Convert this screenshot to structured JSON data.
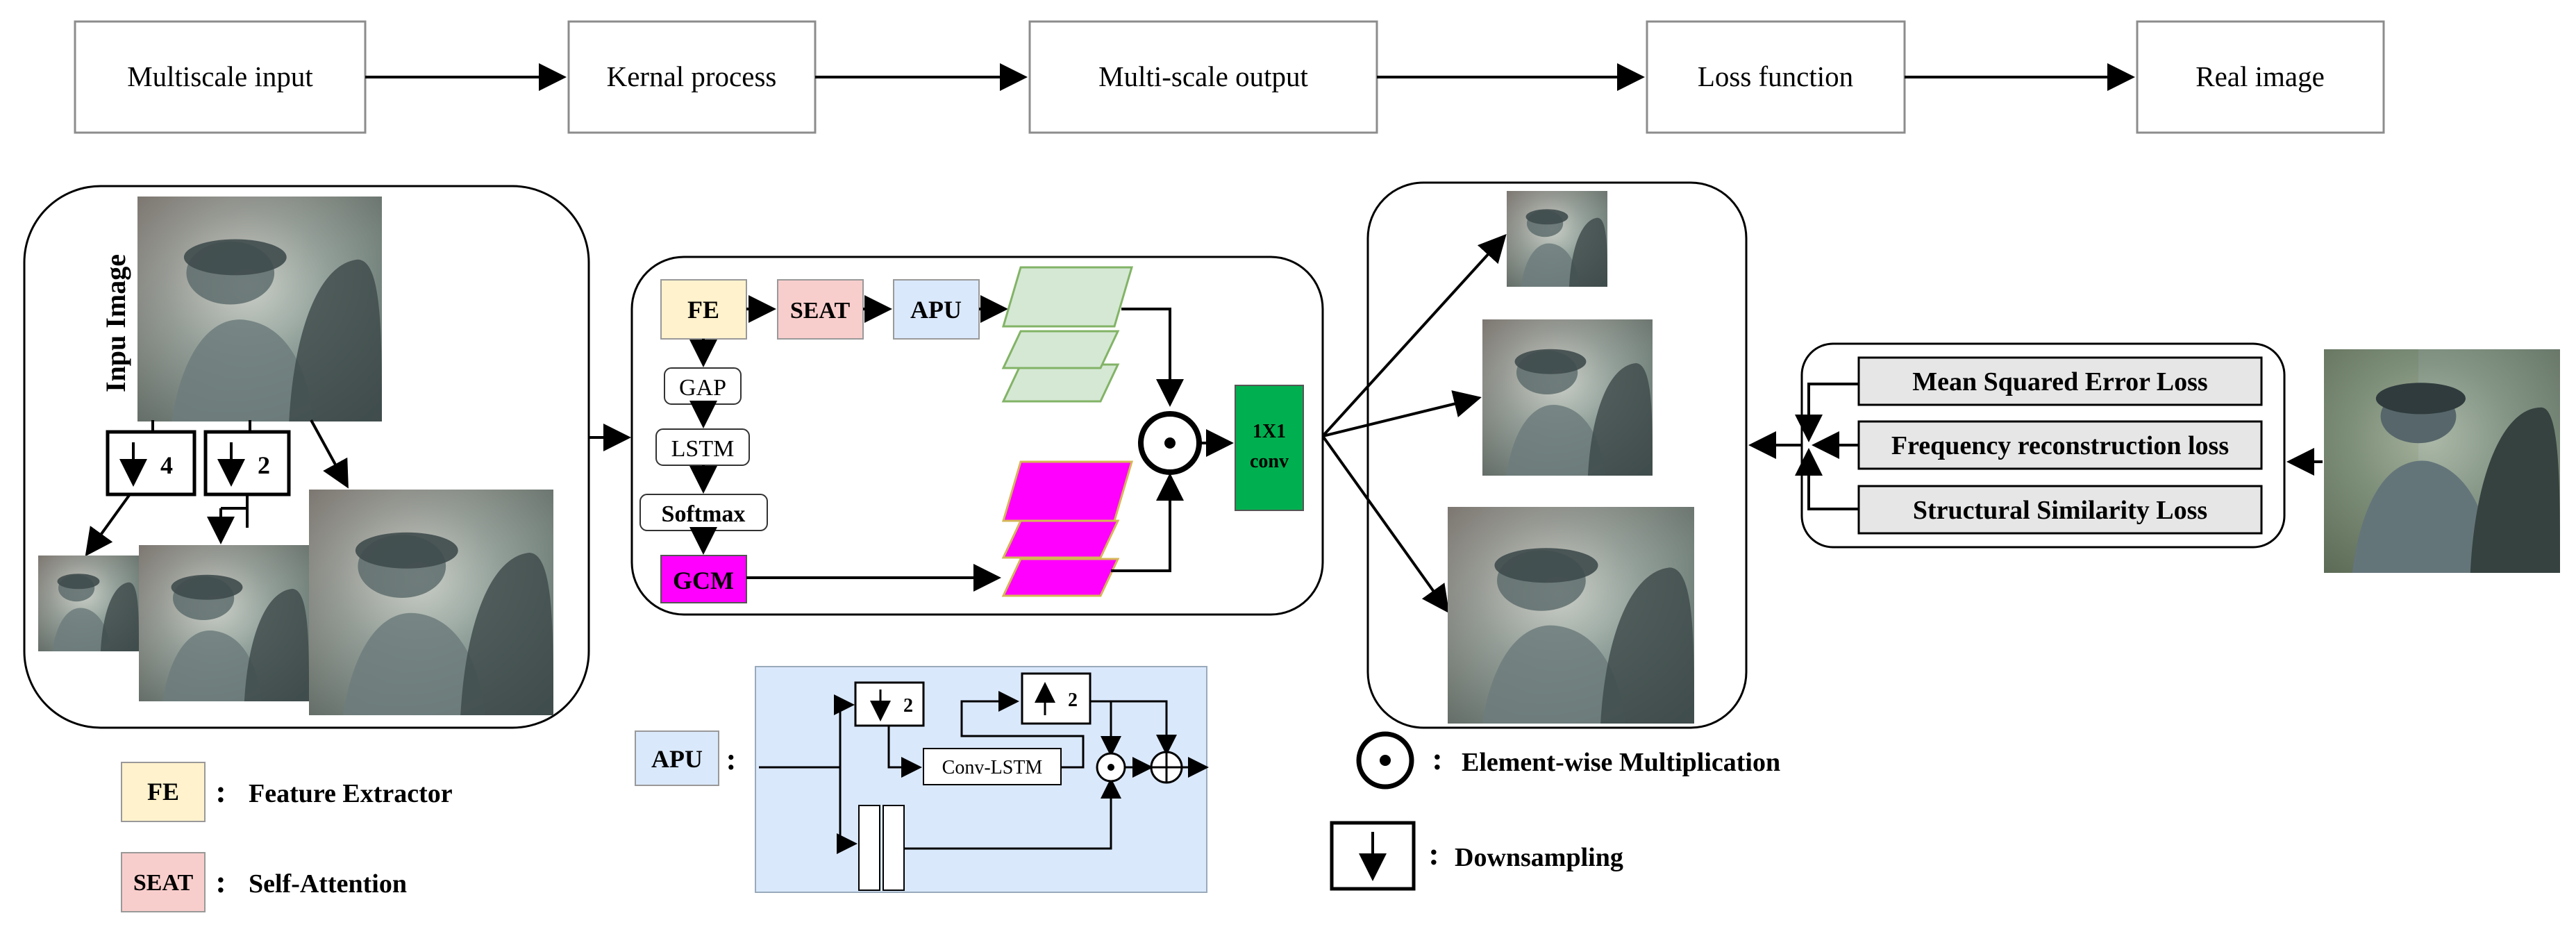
{
  "pipeline": {
    "stages": [
      "Multiscale input",
      "Kernal process",
      "Multi-scale output",
      "Loss function",
      "Real image"
    ]
  },
  "input_panel": {
    "title": "Inpu Image",
    "down4_label": "4",
    "down2_label": "2"
  },
  "kernel": {
    "fe": "FE",
    "seat": "SEAT",
    "apu": "APU",
    "gap": "GAP",
    "lstm": "LSTM",
    "softmax": "Softmax",
    "gcm": "GCM",
    "conv_line1": "1X1",
    "conv_line2": "conv"
  },
  "apu_detail": {
    "label": "APU",
    "colon": ":",
    "down_label": "2",
    "up_label": "2",
    "conv_lstm": "Conv-LSTM"
  },
  "losses": [
    "Mean Squared Error Loss",
    "Frequency reconstruction loss",
    "Structural Similarity Loss"
  ],
  "legend": {
    "fe_abbr": "FE",
    "fe_desc": "Feature Extractor",
    "seat_abbr": "SEAT",
    "seat_desc": "Self-Attention",
    "mult_desc": "Element-wise Multiplication",
    "down_desc": "Downsampling",
    "colon": ":"
  },
  "colors": {
    "fe_fill": "#fff2cc",
    "seat_fill": "#f8cecc",
    "apu_fill": "#dae8fc",
    "gcm_fill": "#ff00ff",
    "conv_fill": "#00b050",
    "feature_green": "#d5e8d4",
    "loss_fill": "#e6e6e6"
  }
}
